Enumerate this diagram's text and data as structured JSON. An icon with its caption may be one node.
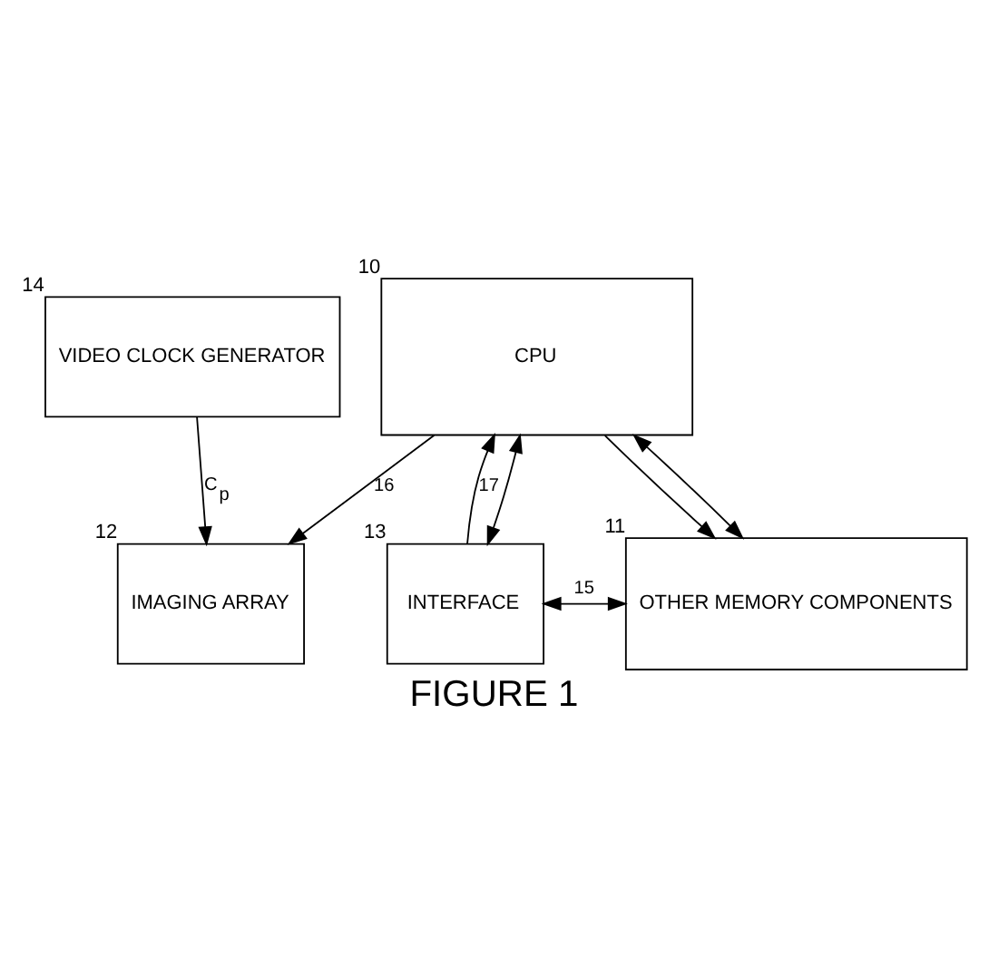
{
  "diagram": {
    "caption": "FIGURE 1",
    "nodes": [
      {
        "text": [
          "CPU"
        ],
        "beside": [
          "10"
        ]
      },
      {
        "text": [
          "IMAGING ARRAY"
        ],
        "beside": [
          "12"
        ]
      },
      {
        "text": [
          "INTERFACE"
        ],
        "beside": [
          "13"
        ]
      },
      {
        "text": [
          "OTHER MEMORY COMPONENTS"
        ],
        "beside": [
          "11"
        ]
      },
      {
        "text": [
          "VIDEO CLOCK GENERATOR"
        ],
        "beside": [
          "14"
        ]
      }
    ],
    "edges": [
      {
        "from": 0,
        "to": 1,
        "arrow": "to",
        "label": "16"
      },
      {
        "from": 0,
        "to": 3,
        "arrow": "to"
      },
      {
        "from": 2,
        "to": 0,
        "arrow": "to",
        "label": "17"
      },
      {
        "from": 0,
        "to": 2,
        "arrow": "both"
      },
      {
        "from": 0,
        "to": 3,
        "arrow": "both"
      },
      {
        "from": 2,
        "to": 3,
        "arrow": "both",
        "label": "15"
      },
      {
        "from": 4,
        "to": 1,
        "arrow": "to",
        "label": "C$_{p}$"
      }
    ]
  }
}
